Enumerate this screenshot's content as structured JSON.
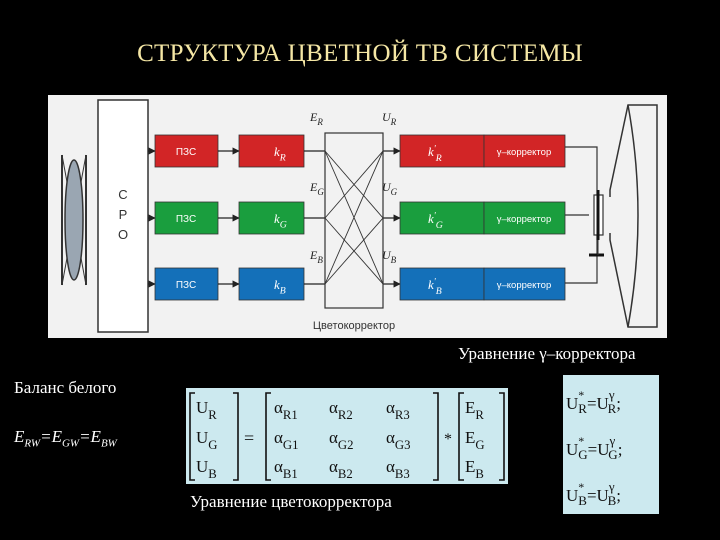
{
  "slide": {
    "title": "СТРУКТУРА ЦВЕТНОЙ ТВ СИСТЕМЫ",
    "gamma_equation_label": "Уравнение γ–корректора",
    "white_balance_label": "Баланс белого",
    "white_balance_formula": {
      "e1": "E",
      "s1": "RW",
      "e2": "E",
      "s2": "GW",
      "e3": "E",
      "s3": "BW",
      "eq": "="
    },
    "matrix_caption": "Уравнение цветокорректора"
  },
  "diagram": {
    "cpo_letters": [
      "С",
      "Р",
      "О"
    ],
    "sensors": [
      "ПЗС",
      "ПЗС",
      "ПЗС"
    ],
    "gains": [
      {
        "main": "k",
        "sub": "R"
      },
      {
        "main": "k",
        "sub": "G"
      },
      {
        "main": "k",
        "sub": "B"
      }
    ],
    "gains_prime": [
      {
        "main": "k",
        "sub": "R",
        "prime": "'"
      },
      {
        "main": "k",
        "sub": "G",
        "prime": "'"
      },
      {
        "main": "k",
        "sub": "B",
        "prime": "'"
      }
    ],
    "gamma_blocks": [
      "γ–корректор",
      "γ–корректор",
      "γ–корректор"
    ],
    "e_labels": [
      {
        "main": "E",
        "sub": "R"
      },
      {
        "main": "E",
        "sub": "G"
      },
      {
        "main": "E",
        "sub": "B"
      }
    ],
    "u_labels": [
      {
        "main": "U",
        "sub": "R"
      },
      {
        "main": "U",
        "sub": "G"
      },
      {
        "main": "U",
        "sub": "B"
      }
    ],
    "corrector_label": "Цветокорректор",
    "colors": {
      "red": "#d22526",
      "green": "#1a9e3e",
      "blue": "#1470b9"
    }
  },
  "matrix": {
    "left": [
      {
        "main": "U",
        "sub": "R"
      },
      {
        "main": "U",
        "sub": "G"
      },
      {
        "main": "U",
        "sub": "B"
      }
    ],
    "equals": "=",
    "coeffs": [
      [
        {
          "main": "α",
          "sub": "R1"
        },
        {
          "main": "α",
          "sub": "R2"
        },
        {
          "main": "α",
          "sub": "R3"
        }
      ],
      [
        {
          "main": "α",
          "sub": "G1"
        },
        {
          "main": "α",
          "sub": "G2"
        },
        {
          "main": "α",
          "sub": "G3"
        }
      ],
      [
        {
          "main": "α",
          "sub": "B1"
        },
        {
          "main": "α",
          "sub": "B2"
        },
        {
          "main": "α",
          "sub": "B3"
        }
      ]
    ],
    "times": "*",
    "right": [
      {
        "main": "E",
        "sub": "R"
      },
      {
        "main": "E",
        "sub": "G"
      },
      {
        "main": "E",
        "sub": "B"
      }
    ]
  },
  "gamma_equations": [
    {
      "lhs": "U",
      "star": "*",
      "sub": "R",
      "eq": "=",
      "rhs": "U",
      "pow": "γ",
      "rsub": "R",
      "end": ";"
    },
    {
      "lhs": "U",
      "star": "*",
      "sub": "G",
      "eq": "=",
      "rhs": "U",
      "pow": "γ",
      "rsub": "G",
      "end": ";"
    },
    {
      "lhs": "U",
      "star": "*",
      "sub": "B",
      "eq": "=",
      "rhs": "U",
      "pow": "γ",
      "rsub": "B",
      "end": ";"
    }
  ]
}
